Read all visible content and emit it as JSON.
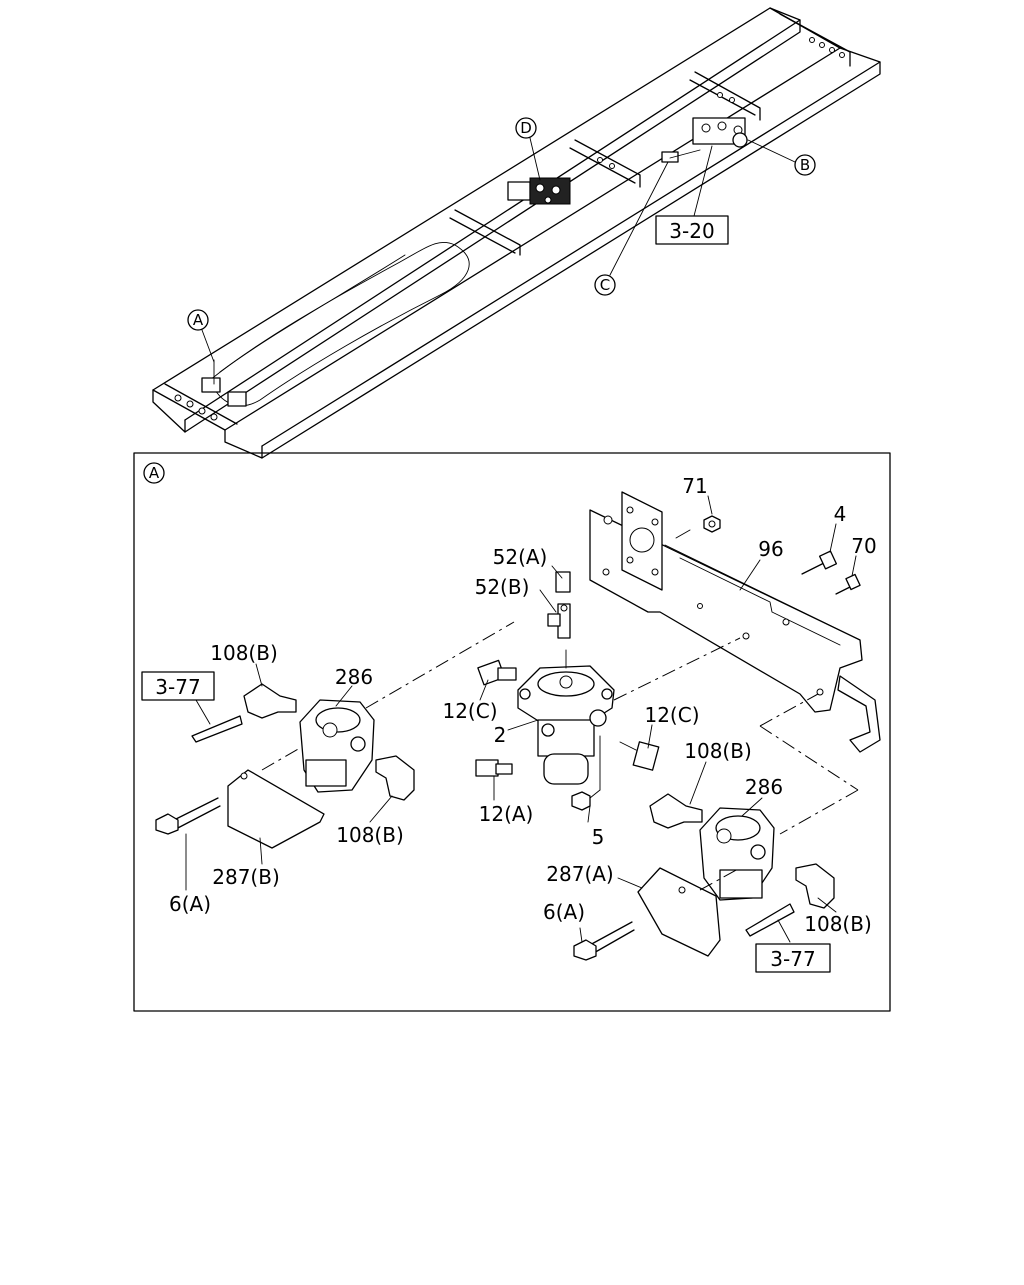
{
  "overview": {
    "callouts": [
      {
        "id": "A",
        "label": "A"
      },
      {
        "id": "B",
        "label": "B"
      },
      {
        "id": "C",
        "label": "C"
      },
      {
        "id": "D",
        "label": "D"
      }
    ],
    "ref_box": "3-20"
  },
  "detail": {
    "view_label": "A",
    "labels": {
      "p71": "71",
      "p4": "4",
      "p96": "96",
      "p70": "70",
      "p52a": "52(A)",
      "p52b": "52(B)",
      "p108b_tl": "108(B)",
      "p286_l": "286",
      "p12c_l": "12(C)",
      "p2": "2",
      "p12c_r": "12(C)",
      "p108b_r": "108(B)",
      "p286_r": "286",
      "p12a": "12(A)",
      "p5": "5",
      "p108b_bl": "108(B)",
      "p287b": "287(B)",
      "p6a_l": "6(A)",
      "p287a": "287(A)",
      "p6a_r": "6(A)",
      "p108b_br": "108(B)"
    },
    "ref_boxes": {
      "left": "3-77",
      "right": "3-77"
    }
  }
}
